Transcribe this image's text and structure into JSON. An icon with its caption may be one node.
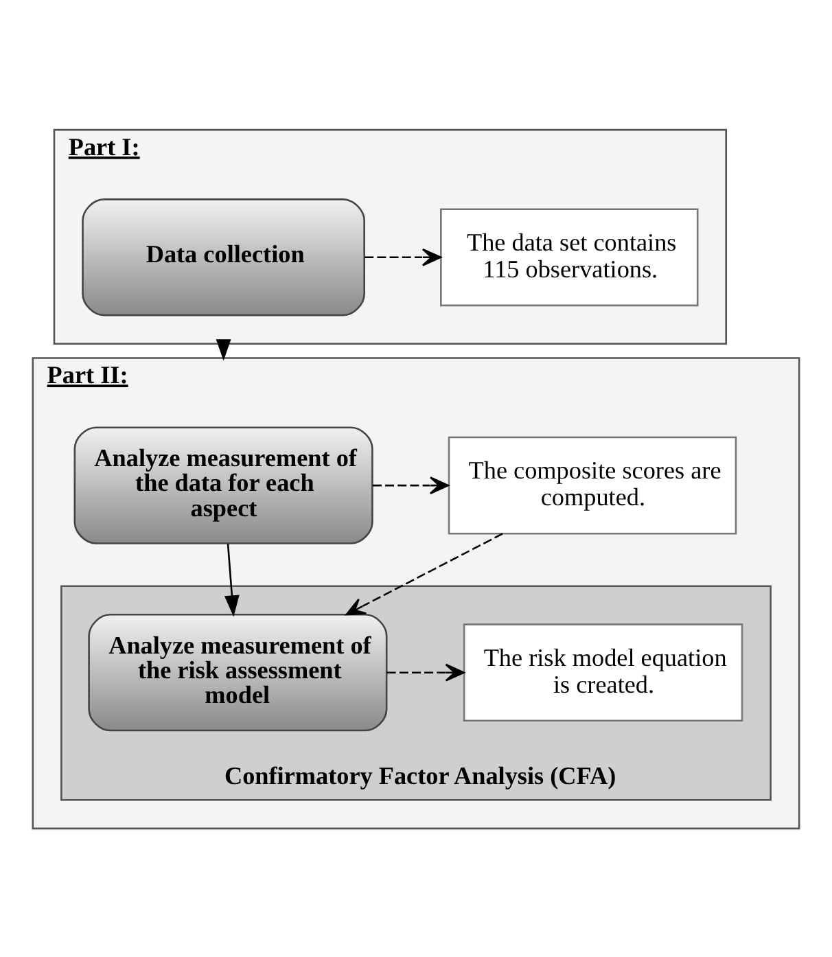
{
  "diagram": {
    "nodes": [
      {
        "text": [
          "Part I:"
        ]
      },
      {
        "text": [
          "Data collection"
        ],
        "in": 0
      },
      {
        "text": [
          "The data set contains 115 observations."
        ],
        "in": 0
      },
      {
        "text": [
          "Part II:"
        ]
      },
      {
        "text": [
          "Analyze measurement of the data for each aspect"
        ],
        "in": 3
      },
      {
        "text": [
          "The composite scores are computed."
        ],
        "in": 3
      },
      {
        "text": [
          "Confirmatory Factor Analysis (CFA)"
        ],
        "in": 3
      },
      {
        "text": [
          "Analyze measurement of the risk assessment model"
        ],
        "in": 6
      },
      {
        "text": [
          "The risk model equation is created."
        ],
        "in": 6
      }
    ],
    "edges": [
      {
        "from": 1,
        "to": 2,
        "arrow": "to",
        "style": "dashed"
      },
      {
        "from": 0,
        "to": 3,
        "arrow": "to"
      },
      {
        "from": 4,
        "to": 5,
        "arrow": "to",
        "style": "dashed"
      },
      {
        "from": 4,
        "to": 7,
        "arrow": "to"
      },
      {
        "from": 5,
        "to": 7,
        "arrow": "to",
        "style": "dashed"
      },
      {
        "from": 7,
        "to": 8,
        "arrow": "to",
        "style": "dashed"
      }
    ]
  }
}
